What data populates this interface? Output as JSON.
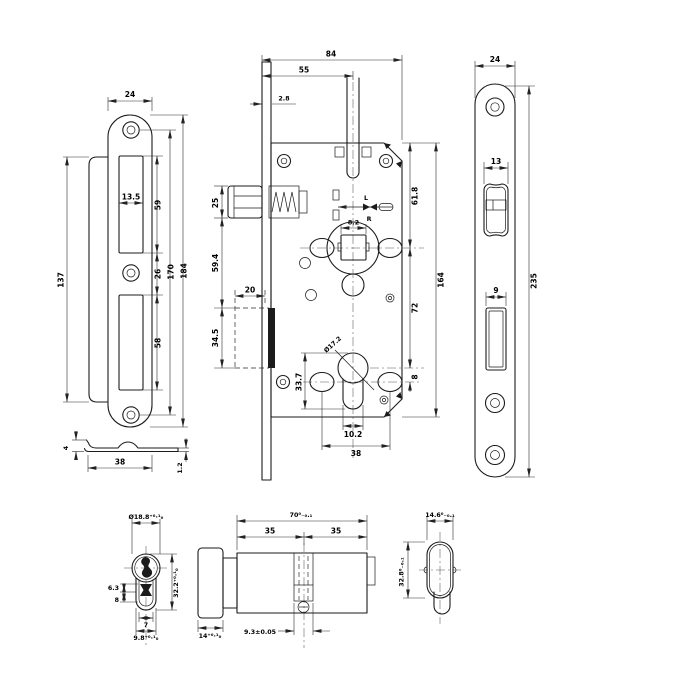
{
  "title": "Mortise lock and cylinder technical drawing",
  "colors": {
    "background": "#ffffff",
    "line": "#1b1b1b"
  },
  "views": {
    "strike_front": {
      "d_width": "24",
      "d_cutout_w": "13.5",
      "d_cutout1_h": "59",
      "d_gap": "26",
      "d_cutout2_h": "58",
      "d_flange_h": "137",
      "d_holes": "170",
      "d_total_h": "184"
    },
    "strike_side": {
      "d_width": "38",
      "d_thk": "1.2",
      "d_lip": "4"
    },
    "case": {
      "d_total_w": "84",
      "d_backset": "55",
      "d_fp_thk": "2.8",
      "d_latch_h": "25",
      "d_latch_bolt": "59.4",
      "d_throw": "20",
      "d_bolt_h": "34.5",
      "d_square": "8.2",
      "d_cyl": "Ø17.2",
      "d_cyl_h": "33.7",
      "d_stem": "10.2",
      "d_span": "38",
      "d_top_hub": "61.8",
      "d_hub_cyl": "72",
      "d_off": "8",
      "d_case_h": "164",
      "hand_l": "L",
      "hand_r": "R"
    },
    "faceplate": {
      "d_width": "24",
      "d_latch": "13",
      "d_bolt": "9",
      "d_len": "235"
    },
    "cyl_end": {
      "d_dia": "Ø18.8⁺⁰·¹₀",
      "d_h": "32.2⁺⁰·¹₀",
      "d_a": "6.3",
      "d_b": "8",
      "d_c": "7",
      "d_stem": "9.8⁺⁰·¹₀"
    },
    "cyl_side": {
      "d_len": "70⁰₋₀.₁",
      "d_half1": "35",
      "d_half2": "35",
      "d_knob": "14⁺⁰·¹₀",
      "d_cam": "9.3±0.05"
    },
    "oval_end": {
      "d_w": "14.6⁰₋₀.₁",
      "d_h": "32.8⁰₋₀.₁"
    }
  }
}
